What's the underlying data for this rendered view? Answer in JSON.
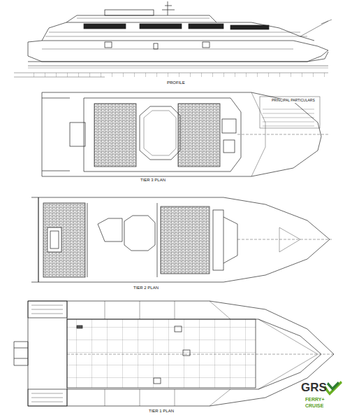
{
  "diagram": {
    "labels": [
      "PROFILE",
      "TIER 3 PLAN",
      "PRINCIPAL PARTICULARS",
      "TIER 2 PLAN",
      "TIER 1 PLAN",
      "GRS",
      "FERRY+",
      "CRUISE"
    ]
  }
}
